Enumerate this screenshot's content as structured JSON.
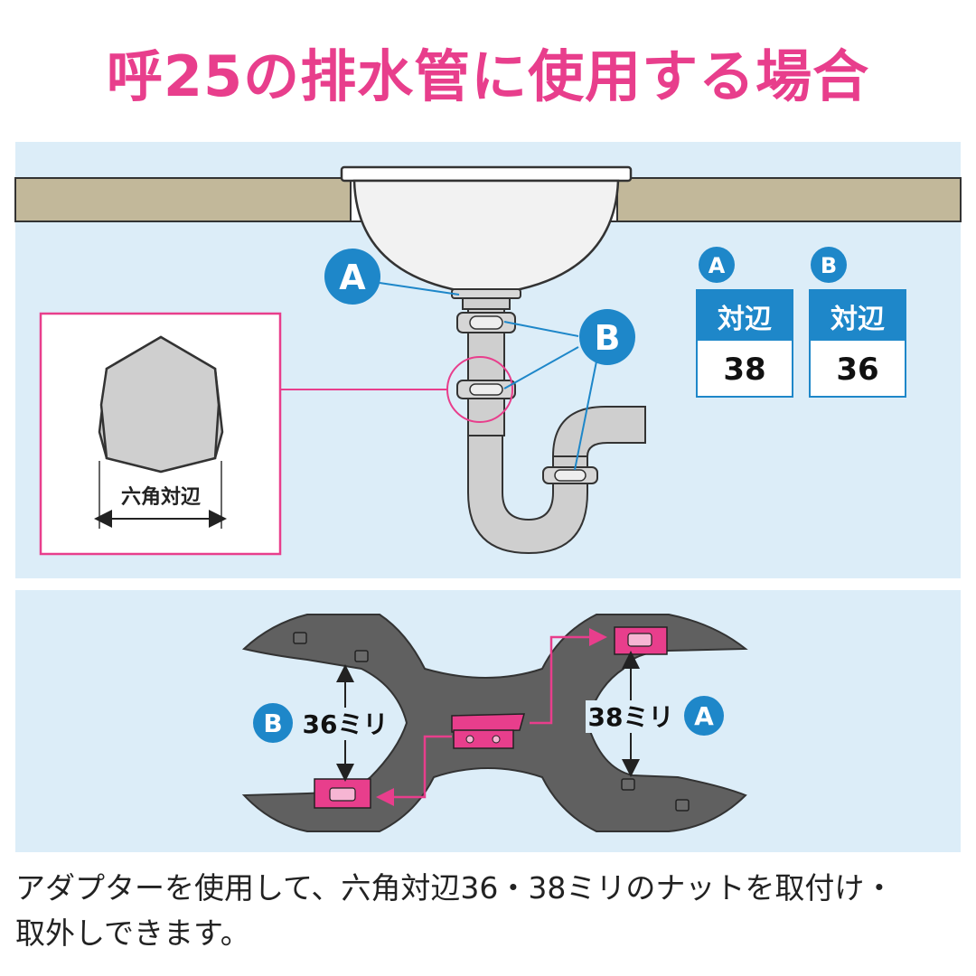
{
  "title": "呼25の排水管に使用する場合",
  "labels": {
    "a": "A",
    "b": "B",
    "hex_label": "六角対辺"
  },
  "specs": [
    {
      "badge": "A",
      "header": "対辺",
      "value": "38"
    },
    {
      "badge": "B",
      "header": "対辺",
      "value": "36"
    }
  ],
  "wrench": {
    "left_measure": "36ミリ",
    "right_measure": "38ミリ"
  },
  "caption": {
    "line1": "アダプターを使用して、六角対辺36・38ミリのナットを取付け・",
    "line2": "取外しできます。"
  },
  "colors": {
    "accent": "#e83e8c",
    "badge_blue": "#1e87c9",
    "panel_bg": "#dcedf8",
    "counter": "#c2b89a",
    "wrench": "#606060"
  }
}
